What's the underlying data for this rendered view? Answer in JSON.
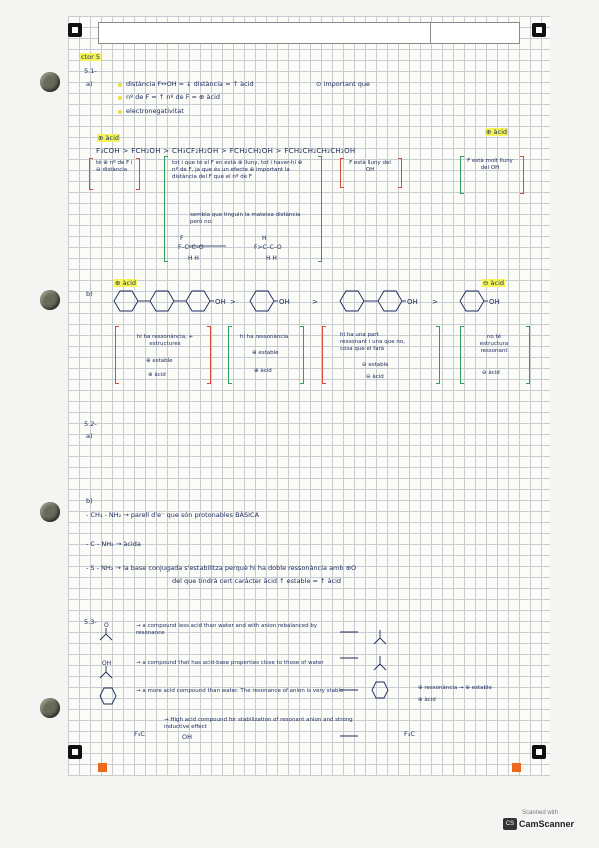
{
  "scanner": {
    "line1": "Scanned with",
    "brand": "CamScanner",
    "badge": "CS"
  },
  "header": {
    "page": "ctor 5"
  },
  "s1": {
    "num": "5.1-",
    "a_label": "a)",
    "a_line1": "distància F↔OH = ↓ distància = ↑ àcid",
    "a_line1b": "⊙ important que",
    "a_line2": "nº de F = ↑ nº de F = ⊕ àcid",
    "a_line3": "electronegativitat",
    "plus_acid_left": "⊕ àcid",
    "plus_acid_right": "⊕ àcid",
    "series": "F₃COH > FCH₂OH > CH₃CF₂H₂OH > FCH₂CH₂OH > FCH₂CH₂CH₂CH₂OH",
    "n1": "té ⊕ nº de F i ⊖ distància",
    "n2": "tot i que té el F en està ⊕ lluny, tot i haver-hi ⊕ nº de F, ja que és un efecte ⊕ important la distància del F que el nº de F",
    "n3": "F està lluny del OH",
    "n4": "F està molt lluny del OH",
    "n5": "sembla que tinguin la mateixa distància però no:",
    "b_label": "b)",
    "b_plus_left": "⊕ àcid",
    "b_plus_right": "⊖ àcid",
    "b1": "hi ha ressonància, + estructures",
    "b1a": "⊕ estable",
    "b1b": "⊕ àcid",
    "b2": "hi ha ressonància",
    "b2a": "⊕ estable",
    "b2b": "⊕ àcid",
    "b3": "hi ha una part ressonant i una que no, cosa que el farà",
    "b3a": "⊖ estable",
    "b3b": "⊖ àcid",
    "b4": "no té estructura ressonant",
    "b4a": "⊖ àcid"
  },
  "s2": {
    "num": "5.2-",
    "a_label": "a)",
    "b_label": "b)",
    "l1": "- CH₃ - NH₂ → parell d'e⁻ que són protonables   BÀSICA",
    "l2": "- C - NH₂ → àcida",
    "l3": "- S - NH₂ → la base conjugada s'estabilitza perquè hi ha doble ressonància amb ⊕O",
    "l3b": "del que tindrà cert caràcter àcid ↑ estable = ↑ àcid"
  },
  "s3": {
    "num": "5.3-",
    "l1": "→ a compound less acid than water and with anion rebalanced by resonance",
    "l2": "→ a compound that has acid-base properties close to those of water",
    "l3": "→ a more acid compound than water. The resonance of anion is very stable",
    "l3r1": "⊕ ressonància → ⊕ estable",
    "l3r2": "⊕ àcid",
    "l4": "→ High acid compound for stabilization of resonant anion and strong inductive effect",
    "f3c_left": "F₃C",
    "f3c_right": "F₃C",
    "oh": "OH"
  },
  "colors": {
    "ink": "#1b2a5a",
    "grid": "#c7cbd2",
    "highlight": "#f4f35a",
    "red": "#d84a3a",
    "green": "#2f9e5a"
  },
  "icons": {
    "hole": "punch-hole",
    "corner": "corner-marker"
  }
}
